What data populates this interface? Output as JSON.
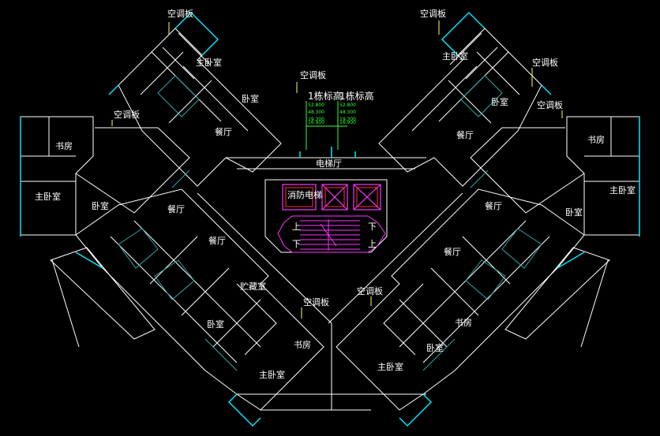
{
  "labels": {
    "ac_1": "空调板",
    "ac_2": "空调板",
    "ac_3": "空调板",
    "ac_4": "空调板",
    "ac_5": "空调板",
    "ac_6": "空调板",
    "ac_7": "空调板",
    "ac_8": "空调板",
    "master_bed_1": "主卧室",
    "master_bed_2": "主卧室",
    "master_bed_3": "主卧室",
    "master_bed_4": "主卧室",
    "master_bed_5": "主卧室",
    "master_bed_6": "主卧室",
    "bedroom_1": "卧室",
    "bedroom_2": "卧室",
    "bedroom_3": "卧室",
    "bedroom_4": "卧室",
    "bedroom_5": "卧室",
    "bedroom_6": "卧室",
    "dining_1": "餐厅",
    "dining_2": "餐厅",
    "dining_3": "餐厅",
    "dining_4": "餐厅",
    "dining_5": "餐厅",
    "dining_6": "餐厅",
    "study_1": "书房",
    "study_2": "书房",
    "study_3": "书房",
    "study_4": "书房",
    "storage": "贮藏室",
    "elevator_hall": "电梯厅",
    "fire_elevator": "消防电梯",
    "stair_up_1": "上",
    "stair_up_2": "上",
    "stair_down_1": "下",
    "stair_down_2": "下",
    "floor_height_1": "1栋标高",
    "floor_height_2": "1栋标高"
  },
  "elevations": [
    "52.800",
    "48.300",
    "19.300",
    "16.900",
    "52.800",
    "48.300",
    "19.300",
    "16.900"
  ],
  "colors": {
    "wall": "#ffffff",
    "window": "#00e5ff",
    "furniture": "#2aa8a8",
    "stair": "#ff33ff",
    "dim": "#ffff66",
    "green": "#33ff33",
    "red": "#ff3030"
  }
}
